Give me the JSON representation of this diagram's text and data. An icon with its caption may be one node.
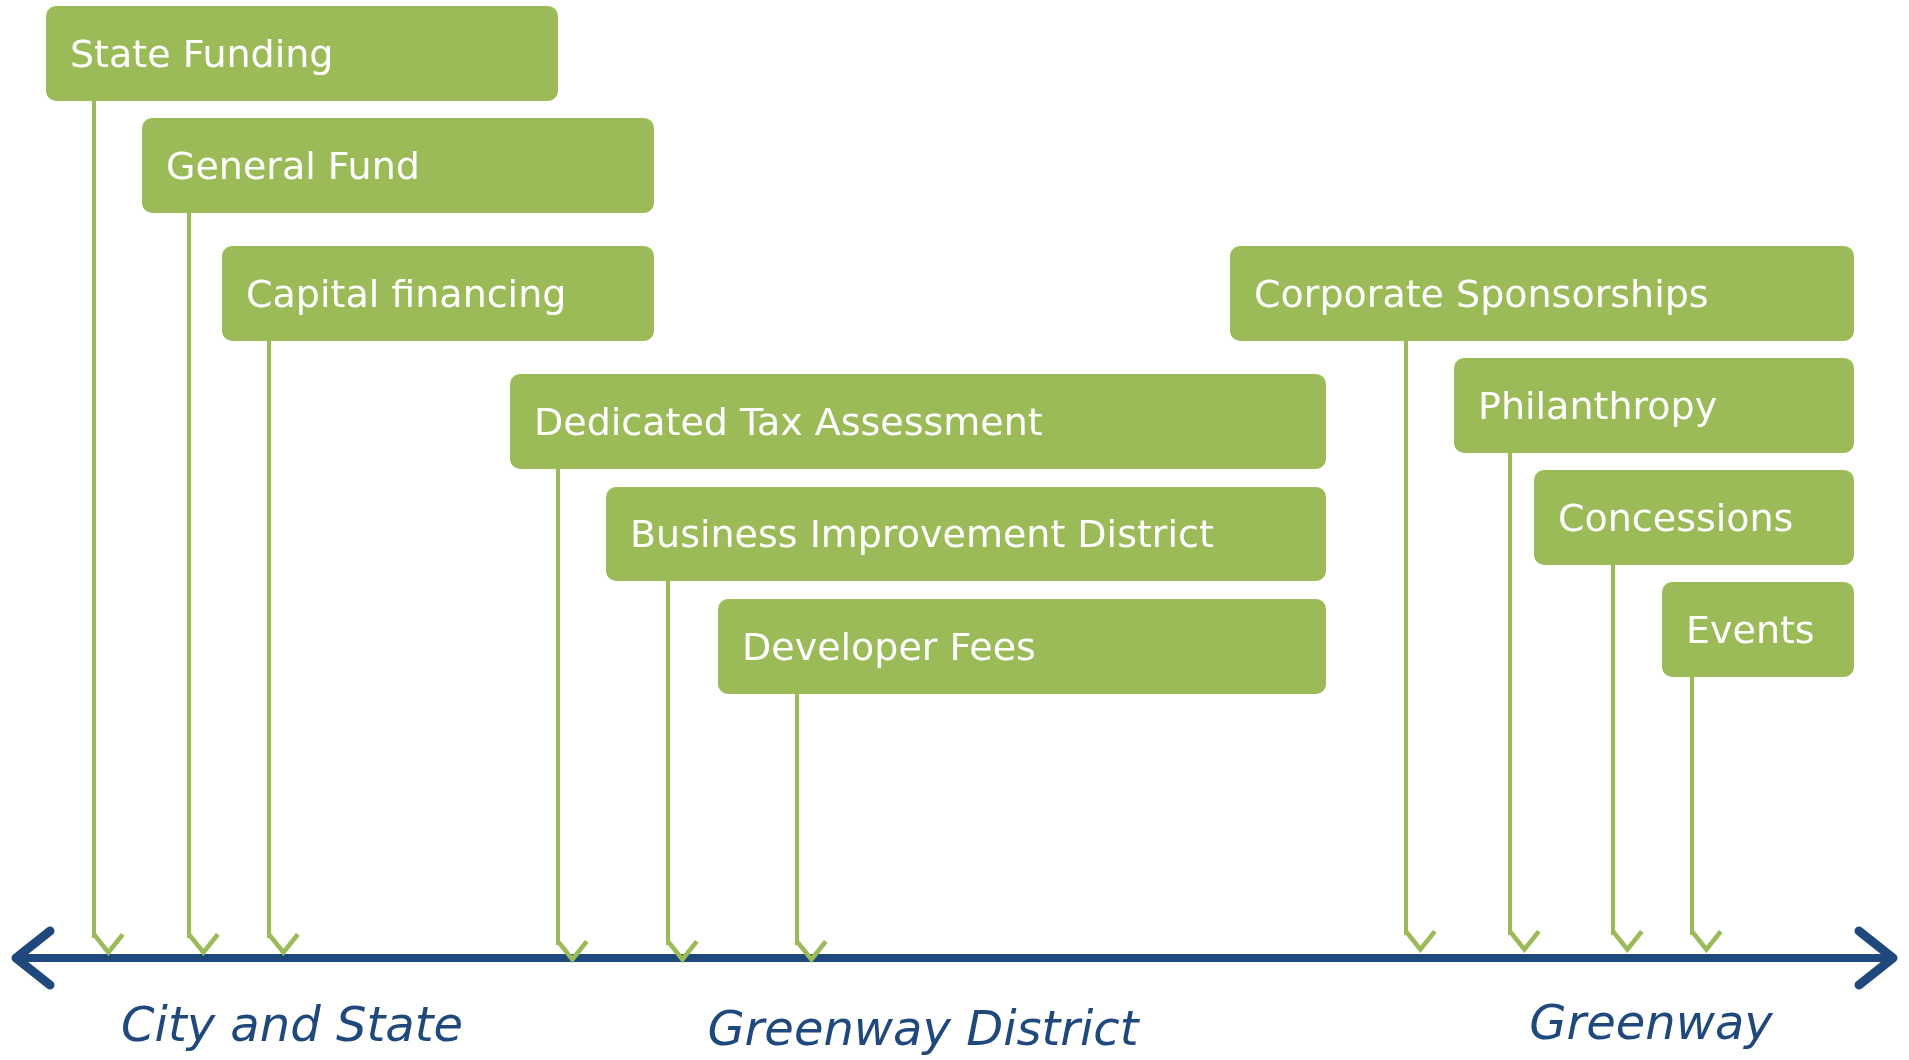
{
  "diagram": {
    "nodes": [
      {
        "text": [
          "State Funding"
        ]
      },
      {
        "text": [
          "General Fund"
        ]
      },
      {
        "text": [
          "Capital financing"
        ]
      },
      {
        "text": [
          "Dedicated Tax Assessment"
        ]
      },
      {
        "text": [
          "Business Improvement District"
        ]
      },
      {
        "text": [
          "Developer Fees"
        ]
      },
      {
        "text": [
          "Corporate Sponsorships"
        ]
      },
      {
        "text": [
          "Philanthropy"
        ]
      },
      {
        "text": [
          "Concessions"
        ]
      },
      {
        "text": [
          "Events"
        ]
      }
    ],
    "edges": [
      {
        "from": 0,
        "to": null,
        "arrow": "to"
      },
      {
        "from": 1,
        "to": null,
        "arrow": "to"
      },
      {
        "from": 2,
        "to": null,
        "arrow": "to"
      },
      {
        "from": 3,
        "to": null,
        "arrow": "to"
      },
      {
        "from": 4,
        "to": null,
        "arrow": "to"
      },
      {
        "from": 5,
        "to": null,
        "arrow": "to"
      },
      {
        "from": 6,
        "to": null,
        "arrow": "to"
      },
      {
        "from": 7,
        "to": null,
        "arrow": "to"
      },
      {
        "from": 8,
        "to": null,
        "arrow": "to"
      },
      {
        "from": 9,
        "to": null,
        "arrow": "to"
      }
    ],
    "labels": [
      "City and State",
      "Greenway District",
      "Greenway"
    ]
  }
}
